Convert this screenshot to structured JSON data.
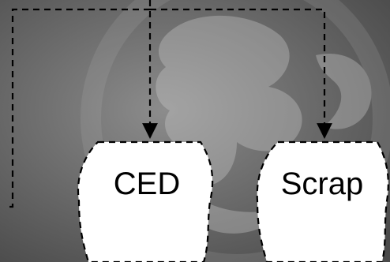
{
  "background": {
    "color": "#5e5e5e",
    "emblem": "heraldic-lion-emblem"
  },
  "colors": {
    "node_fill": "#ffffff",
    "line": "#000000"
  },
  "nodes": [
    {
      "id": "ced",
      "label": "CED"
    },
    {
      "id": "scrap",
      "label": "Scrap"
    }
  ],
  "edges": [
    {
      "from": "top",
      "to": "ced",
      "style": "dashed"
    },
    {
      "from": "top",
      "to": "scrap",
      "style": "dashed"
    },
    {
      "from": "top-left",
      "to": "left-edge",
      "style": "dashed"
    }
  ]
}
